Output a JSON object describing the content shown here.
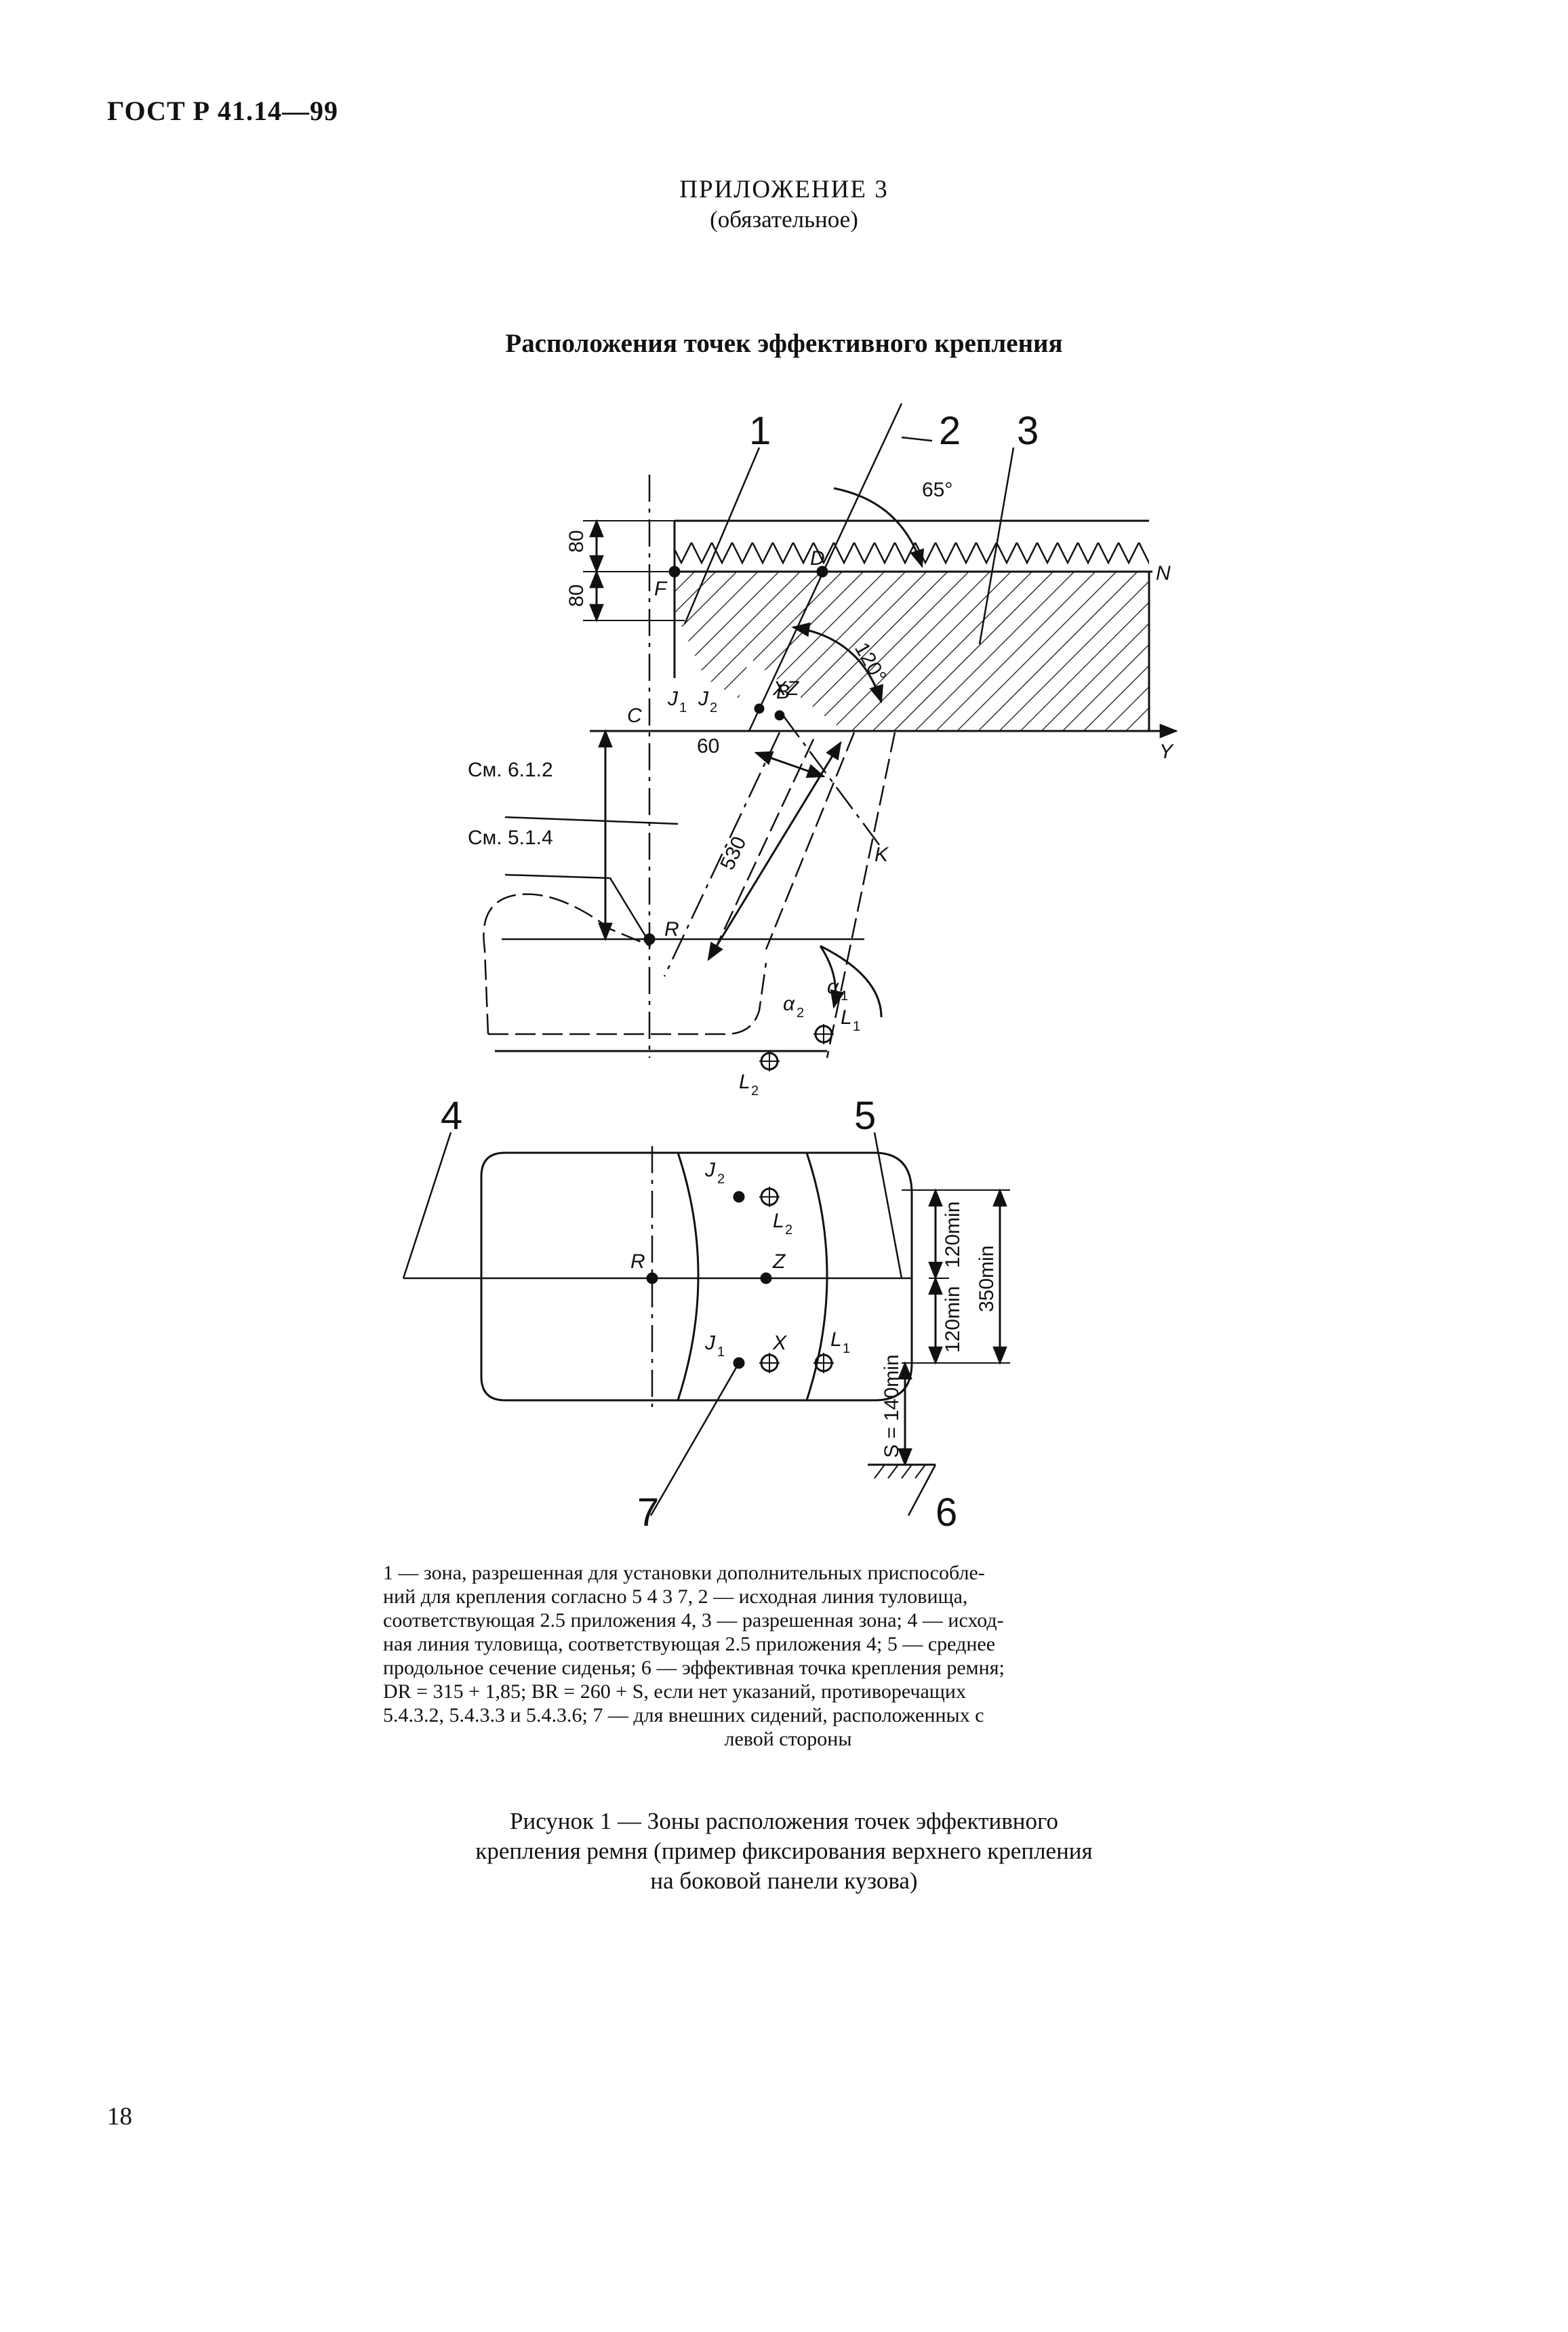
{
  "header": {
    "doc_code": "ГОСТ Р 41.14—99"
  },
  "annex": {
    "title": "ПРИЛОЖЕНИЕ 3",
    "subtitle": "(обязательное)"
  },
  "section_title": "Расположения точек эффективного крепления",
  "figure_labels": {
    "callout_1": "1",
    "callout_2": "2",
    "callout_3": "3",
    "callout_4": "4",
    "callout_5": "5",
    "callout_6": "6",
    "callout_7": "7",
    "angle_65": "65°",
    "angle_120": "120°",
    "dim_80_top": "80",
    "dim_80_bottom": "80",
    "dim_60": "60",
    "dim_530": "530",
    "ref_612": "См. 6.1.2",
    "ref_514": "См. 5.1.4",
    "pt_D": "D",
    "pt_N": "N",
    "pt_F": "F",
    "pt_C": "C",
    "pt_Y": "Y",
    "pt_B": "B",
    "pt_K": "K",
    "pt_R": "R",
    "pt_XZ": "XZ",
    "pt_J1": "J",
    "pt_J1_sub": "1",
    "pt_J2": "J",
    "pt_J2_sub": "2",
    "pt_L1": "L",
    "pt_L1_sub": "1",
    "pt_L2": "L",
    "pt_L2_sub": "2",
    "pt_alpha1": "α",
    "pt_alpha1_sub": "1",
    "pt_alpha2": "α",
    "pt_alpha2_sub": "2",
    "plan_R": "R",
    "plan_Z": "Z",
    "plan_X": "X",
    "plan_J1": "J",
    "plan_J1_sub": "1",
    "plan_J2": "J",
    "plan_J2_sub": "2",
    "plan_L1": "L",
    "plan_L1_sub": "1",
    "plan_L2": "L",
    "plan_L2_sub": "2",
    "dim_120min_top": "120min",
    "dim_120min_bottom": "120min",
    "dim_350min": "350min",
    "dim_s140": "S = 140min"
  },
  "legend": {
    "lines": [
      "1 — зона, разрешенная для установки дополнительных приспособле-",
      "ний для крепления согласно 5 4 3 7, 2 — исходная линия туловища,",
      "соответствующая 2.5 приложения 4, 3 — разрешенная зона; 4 — исход-",
      "ная линия туловища, соответствующая 2.5 приложения 4; 5 — среднее",
      "продольное сечение сиденья; 6 — эффективная точка крепления ремня;",
      "DR = 315 + 1,85; BR = 260 + S, если нет указаний, противоречащих",
      "5.4.3.2,  5.4.3.3  и  5.4.3.6; 7 — для внешних сидений, расположенных с",
      "левой стороны"
    ]
  },
  "caption": {
    "lines": [
      "Рисунок 1 — Зоны расположения точек эффективного",
      "крепления ремня (пример фиксирования верхнего крепления",
      "на боковой панели кузова)"
    ]
  },
  "page_number": "18"
}
